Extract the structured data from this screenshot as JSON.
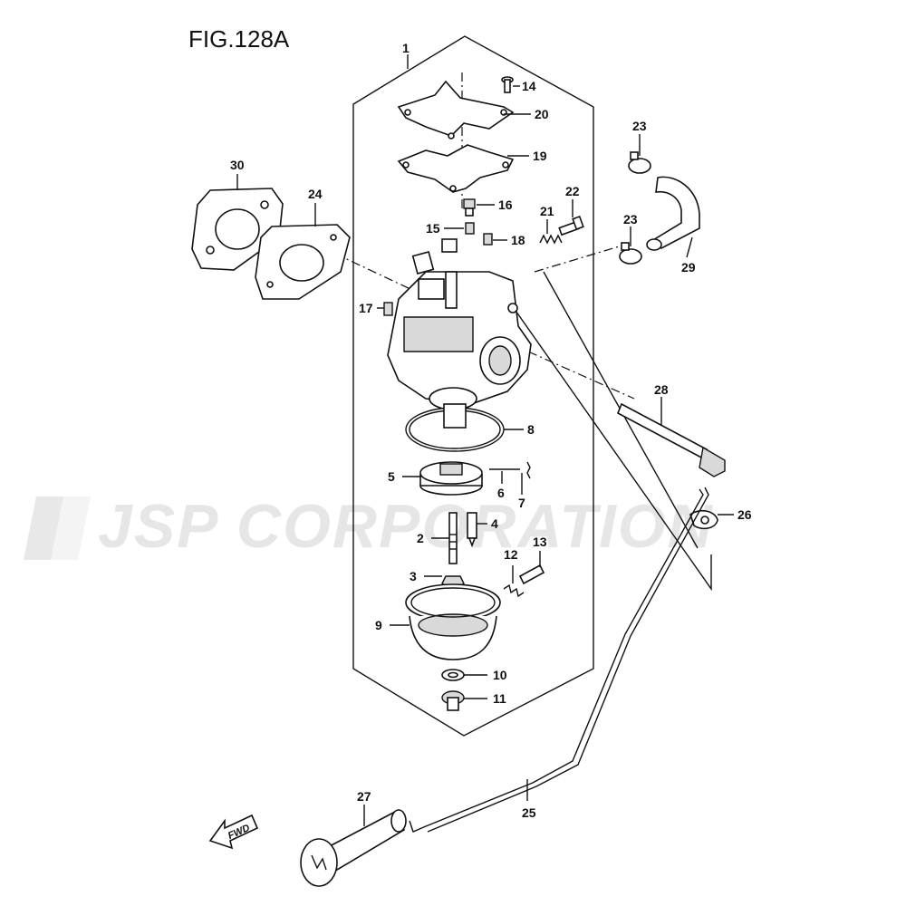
{
  "figure": {
    "title": "FIG.128A"
  },
  "watermark": {
    "text": "JSP CORPORATION"
  },
  "fwd_arrow": {
    "label": "FWD"
  },
  "callouts": {
    "c1": "1",
    "c2": "2",
    "c3": "3",
    "c4": "4",
    "c5": "5",
    "c6": "6",
    "c7": "7",
    "c8": "8",
    "c9": "9",
    "c10": "10",
    "c11": "11",
    "c12": "12",
    "c13": "13",
    "c14": "14",
    "c15": "15",
    "c16": "16",
    "c17": "17",
    "c18": "18",
    "c19": "19",
    "c20": "20",
    "c21": "21",
    "c22": "22",
    "c23a": "23",
    "c23b": "23",
    "c24": "24",
    "c25": "25",
    "c26": "26",
    "c27": "27",
    "c28": "28",
    "c29": "29",
    "c30": "30"
  },
  "parts": [
    {
      "ref": "1",
      "icon": "carburetor-assembly-icon"
    },
    {
      "ref": "2",
      "icon": "needle-jet-icon"
    },
    {
      "ref": "3",
      "icon": "main-jet-icon"
    },
    {
      "ref": "4",
      "icon": "float-needle-icon"
    },
    {
      "ref": "5",
      "icon": "float-icon"
    },
    {
      "ref": "6",
      "icon": "float-pin-icon"
    },
    {
      "ref": "7",
      "icon": "clip-icon"
    },
    {
      "ref": "8",
      "icon": "o-ring-icon"
    },
    {
      "ref": "9",
      "icon": "float-chamber-icon"
    },
    {
      "ref": "10",
      "icon": "washer-icon"
    },
    {
      "ref": "11",
      "icon": "drain-bolt-icon"
    },
    {
      "ref": "12",
      "icon": "spring-icon"
    },
    {
      "ref": "13",
      "icon": "pilot-screw-icon"
    },
    {
      "ref": "14",
      "icon": "screw-icon"
    },
    {
      "ref": "15",
      "icon": "jet-icon"
    },
    {
      "ref": "16",
      "icon": "plug-icon"
    },
    {
      "ref": "17",
      "icon": "jet-icon"
    },
    {
      "ref": "18",
      "icon": "jet-icon"
    },
    {
      "ref": "19",
      "icon": "gasket-icon"
    },
    {
      "ref": "20",
      "icon": "cover-plate-icon"
    },
    {
      "ref": "21",
      "icon": "spring-icon"
    },
    {
      "ref": "22",
      "icon": "throttle-stop-screw-icon"
    },
    {
      "ref": "23",
      "icon": "hose-clip-icon"
    },
    {
      "ref": "24",
      "icon": "gasket-icon"
    },
    {
      "ref": "25",
      "icon": "choke-rod-icon"
    },
    {
      "ref": "26",
      "icon": "rod-clip-icon"
    },
    {
      "ref": "27",
      "icon": "choke-knob-icon"
    },
    {
      "ref": "28",
      "icon": "bolt-icon"
    },
    {
      "ref": "29",
      "icon": "fuel-hose-icon"
    },
    {
      "ref": "30",
      "icon": "insulator-icon"
    }
  ]
}
